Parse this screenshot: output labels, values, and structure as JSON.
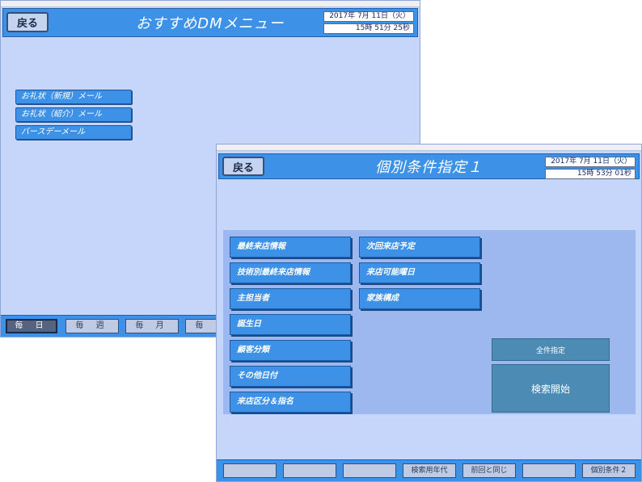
{
  "window1": {
    "header": {
      "back_label": "戻る",
      "title": "おすすめDMメニュー",
      "date": "2017年 7月 11日（火）",
      "time": "15時 51分 25秒"
    },
    "menu": [
      "お礼状（新規）メール",
      "お礼状（紹介）メール",
      "バースデーメール"
    ],
    "tabs": [
      "毎 日",
      "毎 週",
      "毎 月",
      "毎 年"
    ]
  },
  "window2": {
    "header": {
      "back_label": "戻る",
      "title": "個別条件指定１",
      "date": "2017年 7月 11日（火）",
      "time": "15時 53分 01秒"
    },
    "conditions_left": [
      "最終来店情報",
      "技術別最終来店情報",
      "主担当者",
      "誕生日",
      "顧客分類",
      "その他日付",
      "来店区分＆指名"
    ],
    "conditions_right": [
      "次回来店予定",
      "来店可能曜日",
      "家族構成"
    ],
    "select_all_label": "全件指定",
    "search_label": "検索開始",
    "footer": [
      "",
      "",
      "",
      "検索用年代",
      "前回と同じ",
      "",
      "個別条件２"
    ]
  }
}
